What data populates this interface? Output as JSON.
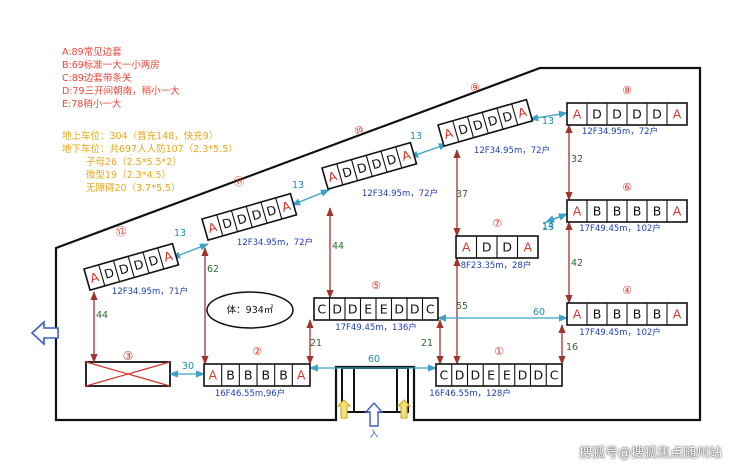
{
  "legend": {
    "unit_types": [
      "A:89常见边套",
      "B:69标准一大一小两房",
      "C:89边套带条关",
      "D:79三开间朝南，稍小一大",
      "E:78稍小一大"
    ],
    "parking": [
      "地上车位：304（普充148，快充9）",
      "地下车位：共697人人防107（2.3*5.5）",
      "子母26（2.5*5.5*2）",
      "微型19（2.3*4.5）",
      "无障碍20（3.7*5.5）"
    ]
  },
  "buildings": [
    {
      "id": "b12",
      "circle": "⑫",
      "units": [
        "A",
        "D",
        "D",
        "D",
        "D",
        "A"
      ],
      "info": "12F34.95m，71户"
    },
    {
      "id": "b11",
      "circle": "⑪",
      "units": [
        "A",
        "D",
        "D",
        "D",
        "D",
        "A"
      ],
      "info": "12F34.95m，72户"
    },
    {
      "id": "b10",
      "circle": "⑩",
      "units": [
        "A",
        "D",
        "D",
        "D",
        "D",
        "A"
      ],
      "info": "12F34.95m，72户"
    },
    {
      "id": "b9",
      "circle": "⑨",
      "units": [
        "A",
        "D",
        "D",
        "D",
        "D",
        "A"
      ],
      "info": "12F34.95m，72户"
    },
    {
      "id": "b8",
      "circle": "⑧",
      "units": [
        "A",
        "D",
        "D",
        "D",
        "D",
        "A"
      ],
      "info": "12F34.95m，72户"
    },
    {
      "id": "b7",
      "circle": "⑦",
      "units": [
        "A",
        "D",
        "D",
        "A"
      ],
      "info": "8F23.35m，28户"
    },
    {
      "id": "b6",
      "circle": "⑥",
      "units": [
        "A",
        "B",
        "B",
        "B",
        "B",
        "A"
      ],
      "info": "17F49.45m，102户"
    },
    {
      "id": "b5",
      "circle": "⑤",
      "units": [
        "C",
        "D",
        "D",
        "E",
        "E",
        "D",
        "D",
        "C"
      ],
      "info": "17F49.45m，136户"
    },
    {
      "id": "b4",
      "circle": "④",
      "units": [
        "A",
        "B",
        "B",
        "B",
        "B",
        "A"
      ],
      "info": "17F49.45m，102户"
    },
    {
      "id": "b2",
      "circle": "②",
      "units": [
        "A",
        "B",
        "B",
        "B",
        "B",
        "A"
      ],
      "info": "16F46.55m,96户"
    },
    {
      "id": "b1",
      "circle": "①",
      "units": [
        "C",
        "D",
        "D",
        "E",
        "E",
        "D",
        "D",
        "C"
      ],
      "info": "16F46.55m，128户"
    },
    {
      "id": "b3",
      "circle": "③",
      "units": [],
      "info": ""
    }
  ],
  "distances": [
    "13",
    "13",
    "13",
    "13",
    "13",
    "44",
    "62",
    "44",
    "37",
    "32",
    "14",
    "42",
    "55",
    "60",
    "30",
    "60",
    "21",
    "21",
    "16"
  ],
  "gym": "体：934㎡",
  "entrance": "入",
  "watermark": "搜狐号@搜狐焦点随州站"
}
